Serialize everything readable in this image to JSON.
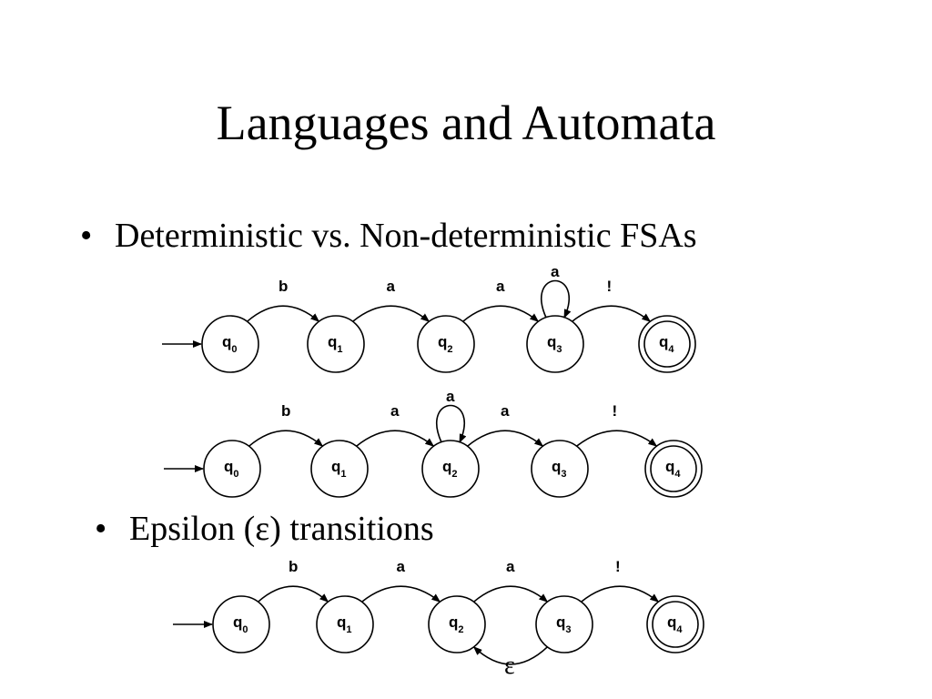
{
  "slide": {
    "title": "Languages and Automata",
    "bullet1": "Deterministic vs. Non-deterministic FSAs",
    "bullet2": "Epsilon (ε) transitions",
    "bullet_symbol": "•"
  },
  "diagrams": [
    {
      "name": "dfsa",
      "states": [
        {
          "id": "q0",
          "base": "q",
          "sub": "0",
          "accepting": false
        },
        {
          "id": "q1",
          "base": "q",
          "sub": "1",
          "accepting": false
        },
        {
          "id": "q2",
          "base": "q",
          "sub": "2",
          "accepting": false
        },
        {
          "id": "q3",
          "base": "q",
          "sub": "3",
          "accepting": false
        },
        {
          "id": "q4",
          "base": "q",
          "sub": "4",
          "accepting": true
        }
      ],
      "transitions": [
        {
          "from": "q0",
          "to": "q1",
          "label": "b"
        },
        {
          "from": "q1",
          "to": "q2",
          "label": "a"
        },
        {
          "from": "q2",
          "to": "q3",
          "label": "a"
        },
        {
          "from": "q3",
          "to": "q3",
          "label": "a"
        },
        {
          "from": "q3",
          "to": "q4",
          "label": "!"
        }
      ]
    },
    {
      "name": "nfsa",
      "states": [
        {
          "id": "q0",
          "base": "q",
          "sub": "0",
          "accepting": false
        },
        {
          "id": "q1",
          "base": "q",
          "sub": "1",
          "accepting": false
        },
        {
          "id": "q2",
          "base": "q",
          "sub": "2",
          "accepting": false
        },
        {
          "id": "q3",
          "base": "q",
          "sub": "3",
          "accepting": false
        },
        {
          "id": "q4",
          "base": "q",
          "sub": "4",
          "accepting": true
        }
      ],
      "transitions": [
        {
          "from": "q0",
          "to": "q1",
          "label": "b"
        },
        {
          "from": "q1",
          "to": "q2",
          "label": "a"
        },
        {
          "from": "q2",
          "to": "q2",
          "label": "a"
        },
        {
          "from": "q2",
          "to": "q3",
          "label": "a"
        },
        {
          "from": "q3",
          "to": "q4",
          "label": "!"
        }
      ]
    },
    {
      "name": "epsilon",
      "states": [
        {
          "id": "q0",
          "base": "q",
          "sub": "0",
          "accepting": false
        },
        {
          "id": "q1",
          "base": "q",
          "sub": "1",
          "accepting": false
        },
        {
          "id": "q2",
          "base": "q",
          "sub": "2",
          "accepting": false
        },
        {
          "id": "q3",
          "base": "q",
          "sub": "3",
          "accepting": false
        },
        {
          "id": "q4",
          "base": "q",
          "sub": "4",
          "accepting": true
        }
      ],
      "transitions": [
        {
          "from": "q0",
          "to": "q1",
          "label": "b"
        },
        {
          "from": "q1",
          "to": "q2",
          "label": "a"
        },
        {
          "from": "q2",
          "to": "q3",
          "label": "a"
        },
        {
          "from": "q3",
          "to": "q4",
          "label": "!"
        },
        {
          "from": "q3",
          "to": "q2",
          "label": "ε"
        }
      ]
    }
  ]
}
